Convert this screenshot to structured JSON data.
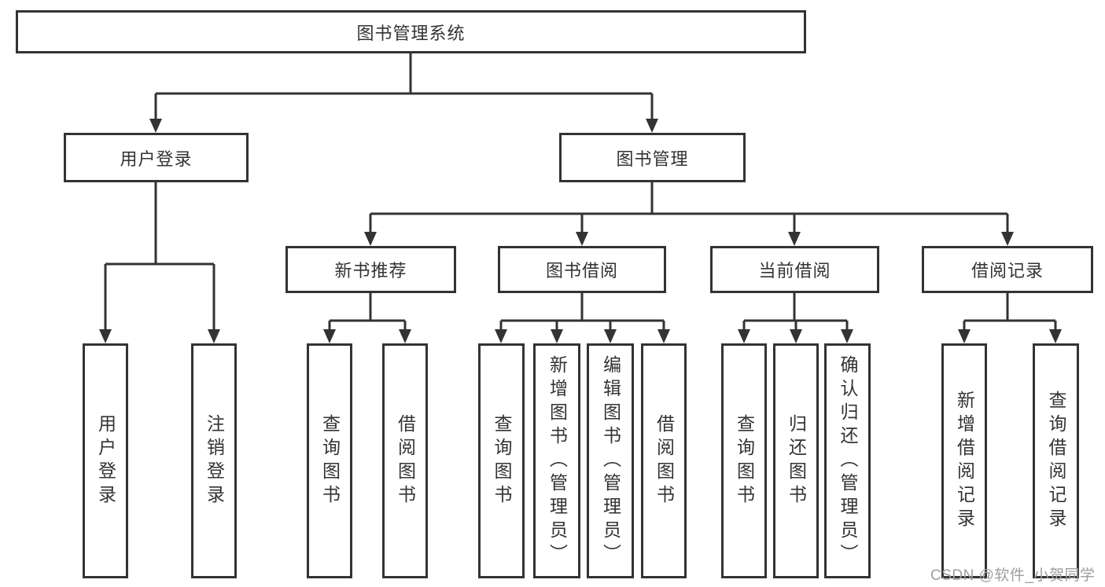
{
  "colors": {
    "line": "#333333",
    "background": "#ffffff",
    "watermark": "#9e9e9e"
  },
  "root": {
    "label": "图书管理系统"
  },
  "level2": {
    "user_login": "用户登录",
    "book_management": "图书管理"
  },
  "level3": {
    "new_book_recommend": "新书推荐",
    "book_borrow": "图书借阅",
    "current_borrow": "当前借阅",
    "borrow_records": "借阅记录"
  },
  "leaves": {
    "user_login": "用户登录",
    "logout": "注销登录",
    "nbr_query_books": "查询图书",
    "nbr_borrow_books": "借阅图书",
    "bb_query_books": "查询图书",
    "bb_add_books": "新增图书（管理员）",
    "bb_edit_books": "编辑图书（管理员）",
    "bb_borrow_books": "借阅图书",
    "cb_query_books": "查询图书",
    "cb_return_books": "归还图书",
    "cb_confirm_return": "确认归还（管理员）",
    "br_add_record": "新增借阅记录",
    "br_query_record": "查询借阅记录"
  },
  "watermark": "CSDN @软件_小贺同学"
}
